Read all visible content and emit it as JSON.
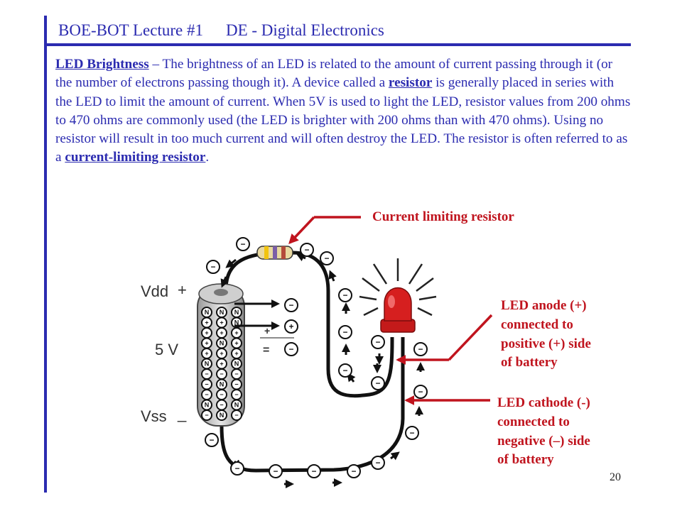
{
  "header": {
    "title_left": "BOE-BOT Lecture #1",
    "title_right": "DE - Digital Electronics"
  },
  "body": {
    "term1": "LED Brightness",
    "text1": " – The brightness of an LED is related to the amount of current passing through it (or the number of electrons passing though it).  A device called a ",
    "term2": "resistor",
    "text2": " is generally placed in series with the LED to limit the amount of current.  When 5V is used to light the LED, resistor values from 200 ohms to 470 ohms are commonly used (the LED is brighter with 200 ohms than with 470 ohms).  Using no resistor will result in too much current and will often destroy the LED.  The resistor is often referred to as a ",
    "term3": "current-limiting resistor",
    "text3": "."
  },
  "diagram": {
    "label_vdd": "Vdd",
    "label_plus": "+",
    "label_5v": "5 V",
    "label_vss": "Vss",
    "label_minus": "_",
    "legend_plus": "+",
    "legend_eq": "=",
    "electron_symbol": "−",
    "proton_symbol": "+",
    "neutron_symbol": "N",
    "annotation_resistor": "Current limiting resistor",
    "annotation_anode": [
      "LED anode (+)",
      "connected to",
      "positive (+) side",
      "of battery"
    ],
    "annotation_cathode": [
      "LED cathode (-)",
      "connected to",
      "negative (–) side",
      "of battery"
    ],
    "annotation_color": "#c0141e"
  },
  "footer": {
    "page_number": "20"
  }
}
